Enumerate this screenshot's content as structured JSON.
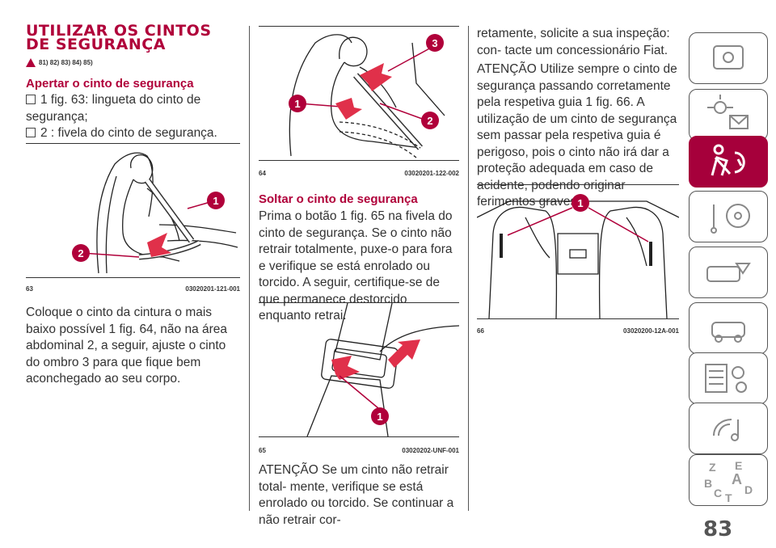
{
  "section_title": "UTILIZAR OS CINTOS DE SEGURANÇA",
  "warning_refs": "81) 82) 83) 84) 85)",
  "fasten": {
    "heading": "Apertar o cinto de segurança",
    "items": [
      "1 fig. 63: lingueta do cinto de segurança;",
      "2 : fivela do cinto de segurança."
    ]
  },
  "fig63": {
    "number": "63",
    "code": "03020201-121-001",
    "callouts": [
      "1",
      "2"
    ]
  },
  "paragraph_adjust": "Coloque o cinto da cintura o mais baixo possível 1 fig. 64, não na área abdominal 2, a seguir, ajuste o cinto do ombro 3 para que fique bem aconchegado ao seu corpo.",
  "fig64": {
    "number": "64",
    "code": "03020201-122-002",
    "callouts": [
      "3",
      "1",
      "2"
    ]
  },
  "release": {
    "heading": "Soltar o cinto de segurança",
    "text": "Prima o botão 1 fig. 65 na fivela do cinto de segurança. Se o cinto não retrair totalmente, puxe-o para fora e verifique se está enrolado ou torcido. A seguir, certifique-se de que permanece destorcido enquanto retrai."
  },
  "fig65": {
    "number": "65",
    "code": "03020202-UNF-001",
    "callouts": [
      "1"
    ]
  },
  "attention1": "ATENÇÃO Se um cinto não retrair total- mente, verifique se está enrolado ou torcido. Se continuar a não retrair cor-",
  "continuation": "retamente, solicite a sua inspeção: con- tacte um concessionário Fiat.",
  "attention2": "ATENÇÃO Utilize sempre o cinto de segurança passando corretamente pela respetiva guia 1 fig. 66. A utilização de um cinto de segurança sem passar pela respetiva guia é perigoso, pois o cinto não irá dar a proteção adequada em caso de acidente, podendo originar ferimentos graves.",
  "fig66": {
    "number": "66",
    "code": "03020200-12A-001",
    "callouts": [
      "1"
    ]
  },
  "page_number": "83",
  "side_tabs": [
    {
      "icon": "car-dashboard-icon",
      "active": false
    },
    {
      "icon": "warning-lights-icon",
      "active": false
    },
    {
      "icon": "seatbelt-airbag-icon",
      "active": true
    },
    {
      "icon": "key-steering-icon",
      "active": false
    },
    {
      "icon": "accident-icon",
      "active": false
    },
    {
      "icon": "car-maintenance-icon",
      "active": false
    },
    {
      "icon": "service-gears-icon",
      "active": false
    },
    {
      "icon": "multimedia-icon",
      "active": false
    },
    {
      "icon": "alphabetic-index-icon",
      "active": false
    }
  ],
  "index_letters": [
    "Z",
    "E",
    "B",
    "A",
    "C",
    "D",
    "T"
  ],
  "colors": {
    "accent": "#b0003a",
    "arrow": "#e0304a",
    "tab_active": "#a6003b",
    "text": "#333333"
  }
}
